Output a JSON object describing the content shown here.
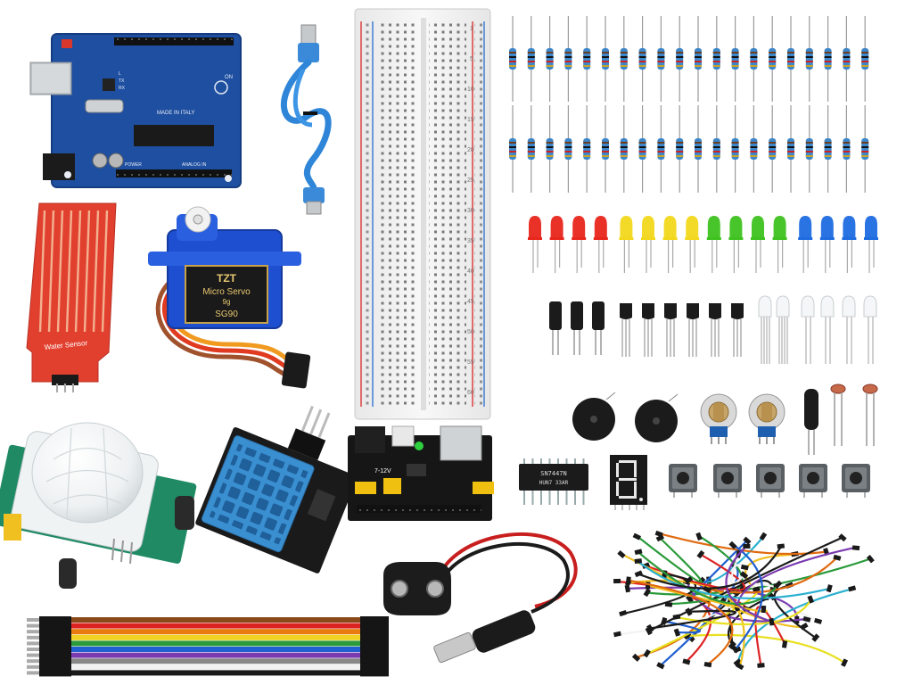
{
  "servo": {
    "brand": "TZT",
    "model_line1": "Micro Servo",
    "model_line2": "9g",
    "part": "SG90"
  },
  "water_sensor": {
    "label": "Water Sensor"
  },
  "arduino": {
    "silk": "MADE IN ITALY",
    "on": "ON",
    "tx": "TX",
    "rx": "RX",
    "l": "L",
    "power": "POWER",
    "analog": "ANALOG IN"
  },
  "ic": {
    "line1": "SN7447N",
    "line2": "HUN7   33AR"
  },
  "power_module": {
    "voltage": "7-12V"
  },
  "breadboard": {
    "row_numbers": [
      "1",
      "5",
      "10",
      "15",
      "20",
      "25",
      "30",
      "35",
      "40",
      "45",
      "50",
      "55",
      "60"
    ]
  },
  "colors": {
    "arduino_blue": "#1f4fa0",
    "servo_blue": "#1e4fd0",
    "water_sensor_red": "#e2402f",
    "dht_blue": "#3a8fd0",
    "breadboard": "#f2f2f2",
    "led_red": "#e8261c",
    "led_yellow": "#f2d81c",
    "led_green": "#3ec21f",
    "led_blue": "#1f6ce0"
  },
  "icons": [
    "arduino-board",
    "usb-cable",
    "breadboard",
    "resistor",
    "led",
    "servo",
    "water-sensor",
    "pir-sensor",
    "dht11-sensor",
    "power-module",
    "battery-clip",
    "jumper-wires",
    "buzzer",
    "potentiometer",
    "seven-segment",
    "push-button",
    "ic-chip",
    "capacitor",
    "transistor",
    "photoresistor",
    "tilt-switch"
  ]
}
